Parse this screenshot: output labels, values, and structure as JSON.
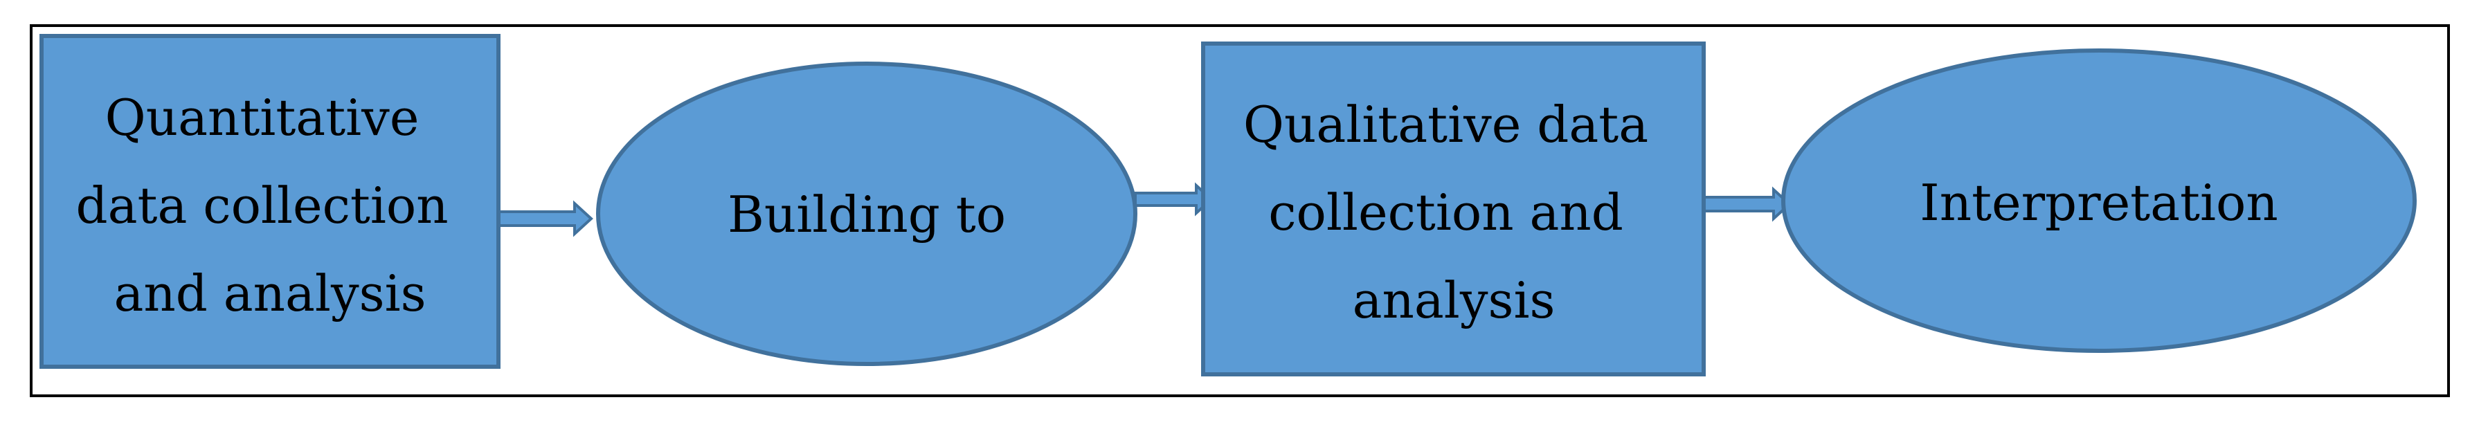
{
  "diagram": {
    "colors": {
      "node_fill": "#5b9bd5",
      "node_stroke": "#41719c",
      "arrow_fill": "#5b9bd5",
      "arrow_stroke": "#41719c",
      "frame_stroke": "#000000",
      "text": "#000000"
    },
    "nodes": [
      {
        "id": "quantitative",
        "shape": "rectangle",
        "lines": [
          "Quantitative",
          "data collection",
          "and analysis"
        ]
      },
      {
        "id": "building",
        "shape": "ellipse",
        "lines": [
          "Building to"
        ]
      },
      {
        "id": "qualitative",
        "shape": "rectangle",
        "lines": [
          "Qualitative data",
          "collection and",
          "analysis"
        ]
      },
      {
        "id": "interpretation",
        "shape": "ellipse",
        "lines": [
          "Interpretation"
        ]
      }
    ],
    "edges": [
      {
        "from": "quantitative",
        "to": "building"
      },
      {
        "from": "building",
        "to": "qualitative"
      },
      {
        "from": "qualitative",
        "to": "interpretation"
      }
    ]
  }
}
